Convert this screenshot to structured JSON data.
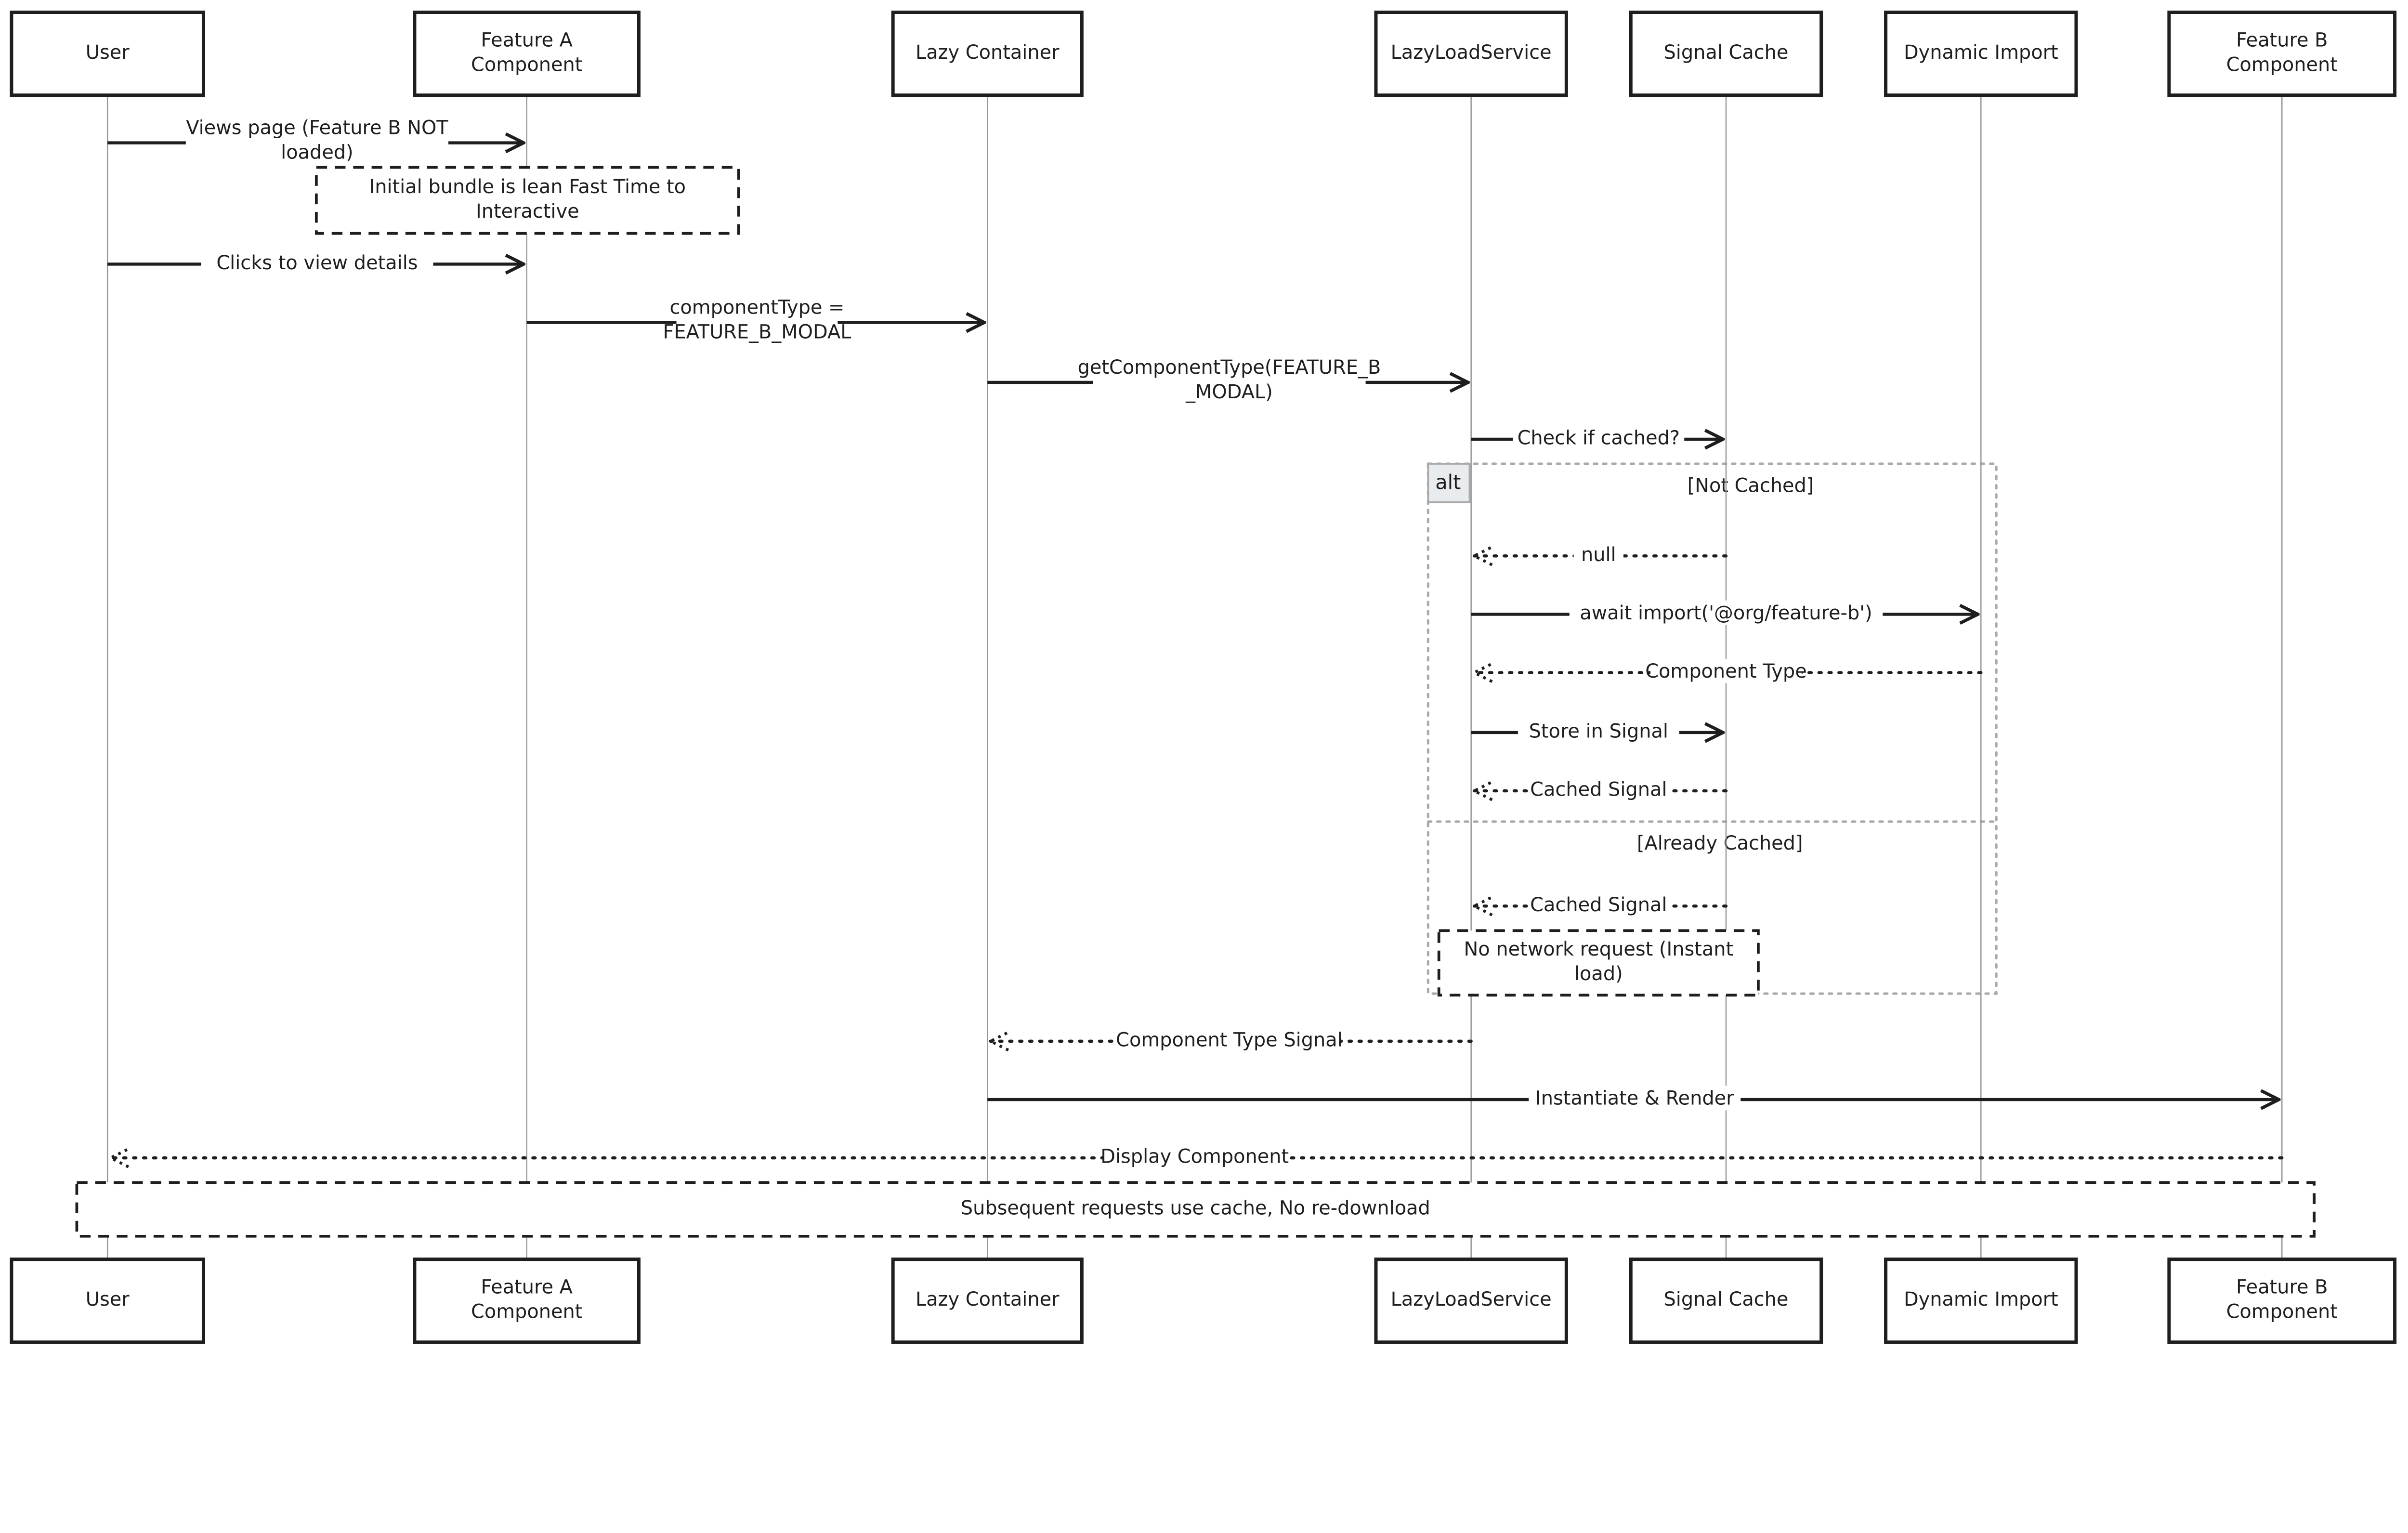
{
  "participants": [
    {
      "id": "user",
      "lines": [
        "User"
      ]
    },
    {
      "id": "feature-a",
      "lines": [
        "Feature A",
        "Component"
      ]
    },
    {
      "id": "lazy-container",
      "lines": [
        "Lazy Container"
      ]
    },
    {
      "id": "lazy-load-service",
      "lines": [
        "LazyLoadService"
      ]
    },
    {
      "id": "signal-cache",
      "lines": [
        "Signal Cache"
      ]
    },
    {
      "id": "dynamic-import",
      "lines": [
        "Dynamic Import"
      ]
    },
    {
      "id": "feature-b",
      "lines": [
        "Feature B",
        "Component"
      ]
    }
  ],
  "messages": [
    {
      "from": 0,
      "to": 1,
      "dashed": false,
      "lines": [
        "Views page (Feature B NOT",
        "loaded)"
      ]
    },
    {
      "from": 0,
      "to": 1,
      "dashed": false,
      "lines": [
        "Clicks to view details"
      ]
    },
    {
      "from": 1,
      "to": 2,
      "dashed": false,
      "lines": [
        "componentType =",
        "FEATURE_B_MODAL"
      ]
    },
    {
      "from": 2,
      "to": 3,
      "dashed": false,
      "lines": [
        "getComponentType(FEATURE_B",
        "_MODAL)"
      ]
    },
    {
      "from": 3,
      "to": 4,
      "dashed": false,
      "lines": [
        "Check if cached?"
      ]
    },
    {
      "from": 4,
      "to": 3,
      "dashed": true,
      "lines": [
        "null"
      ]
    },
    {
      "from": 3,
      "to": 5,
      "dashed": false,
      "lines": [
        "await import('@org/feature-b')"
      ]
    },
    {
      "from": 5,
      "to": 3,
      "dashed": true,
      "lines": [
        "Component Type"
      ]
    },
    {
      "from": 3,
      "to": 4,
      "dashed": false,
      "lines": [
        "Store in Signal"
      ]
    },
    {
      "from": 4,
      "to": 3,
      "dashed": true,
      "lines": [
        "Cached Signal"
      ]
    },
    {
      "from": 4,
      "to": 3,
      "dashed": true,
      "lines": [
        "Cached Signal"
      ]
    },
    {
      "from": 2,
      "to": 3,
      "dashed": true,
      "reverse": true,
      "lines": [
        "Component Type Signal"
      ]
    },
    {
      "from": 2,
      "to": 6,
      "dashed": false,
      "lines": [
        "Instantiate & Render"
      ]
    },
    {
      "from": 6,
      "to": 0,
      "dashed": true,
      "lines": [
        "Display Component"
      ]
    }
  ],
  "notes": [
    {
      "lines": [
        "Initial bundle is lean Fast Time to",
        "Interactive"
      ]
    },
    {
      "lines": [
        "No network request (Instant",
        "load)"
      ]
    },
    {
      "lines": [
        "Subsequent requests use cache, No re-download"
      ]
    }
  ],
  "alt": {
    "label": "alt",
    "sections": [
      "[Not Cached]",
      "[Already Cached]"
    ]
  }
}
